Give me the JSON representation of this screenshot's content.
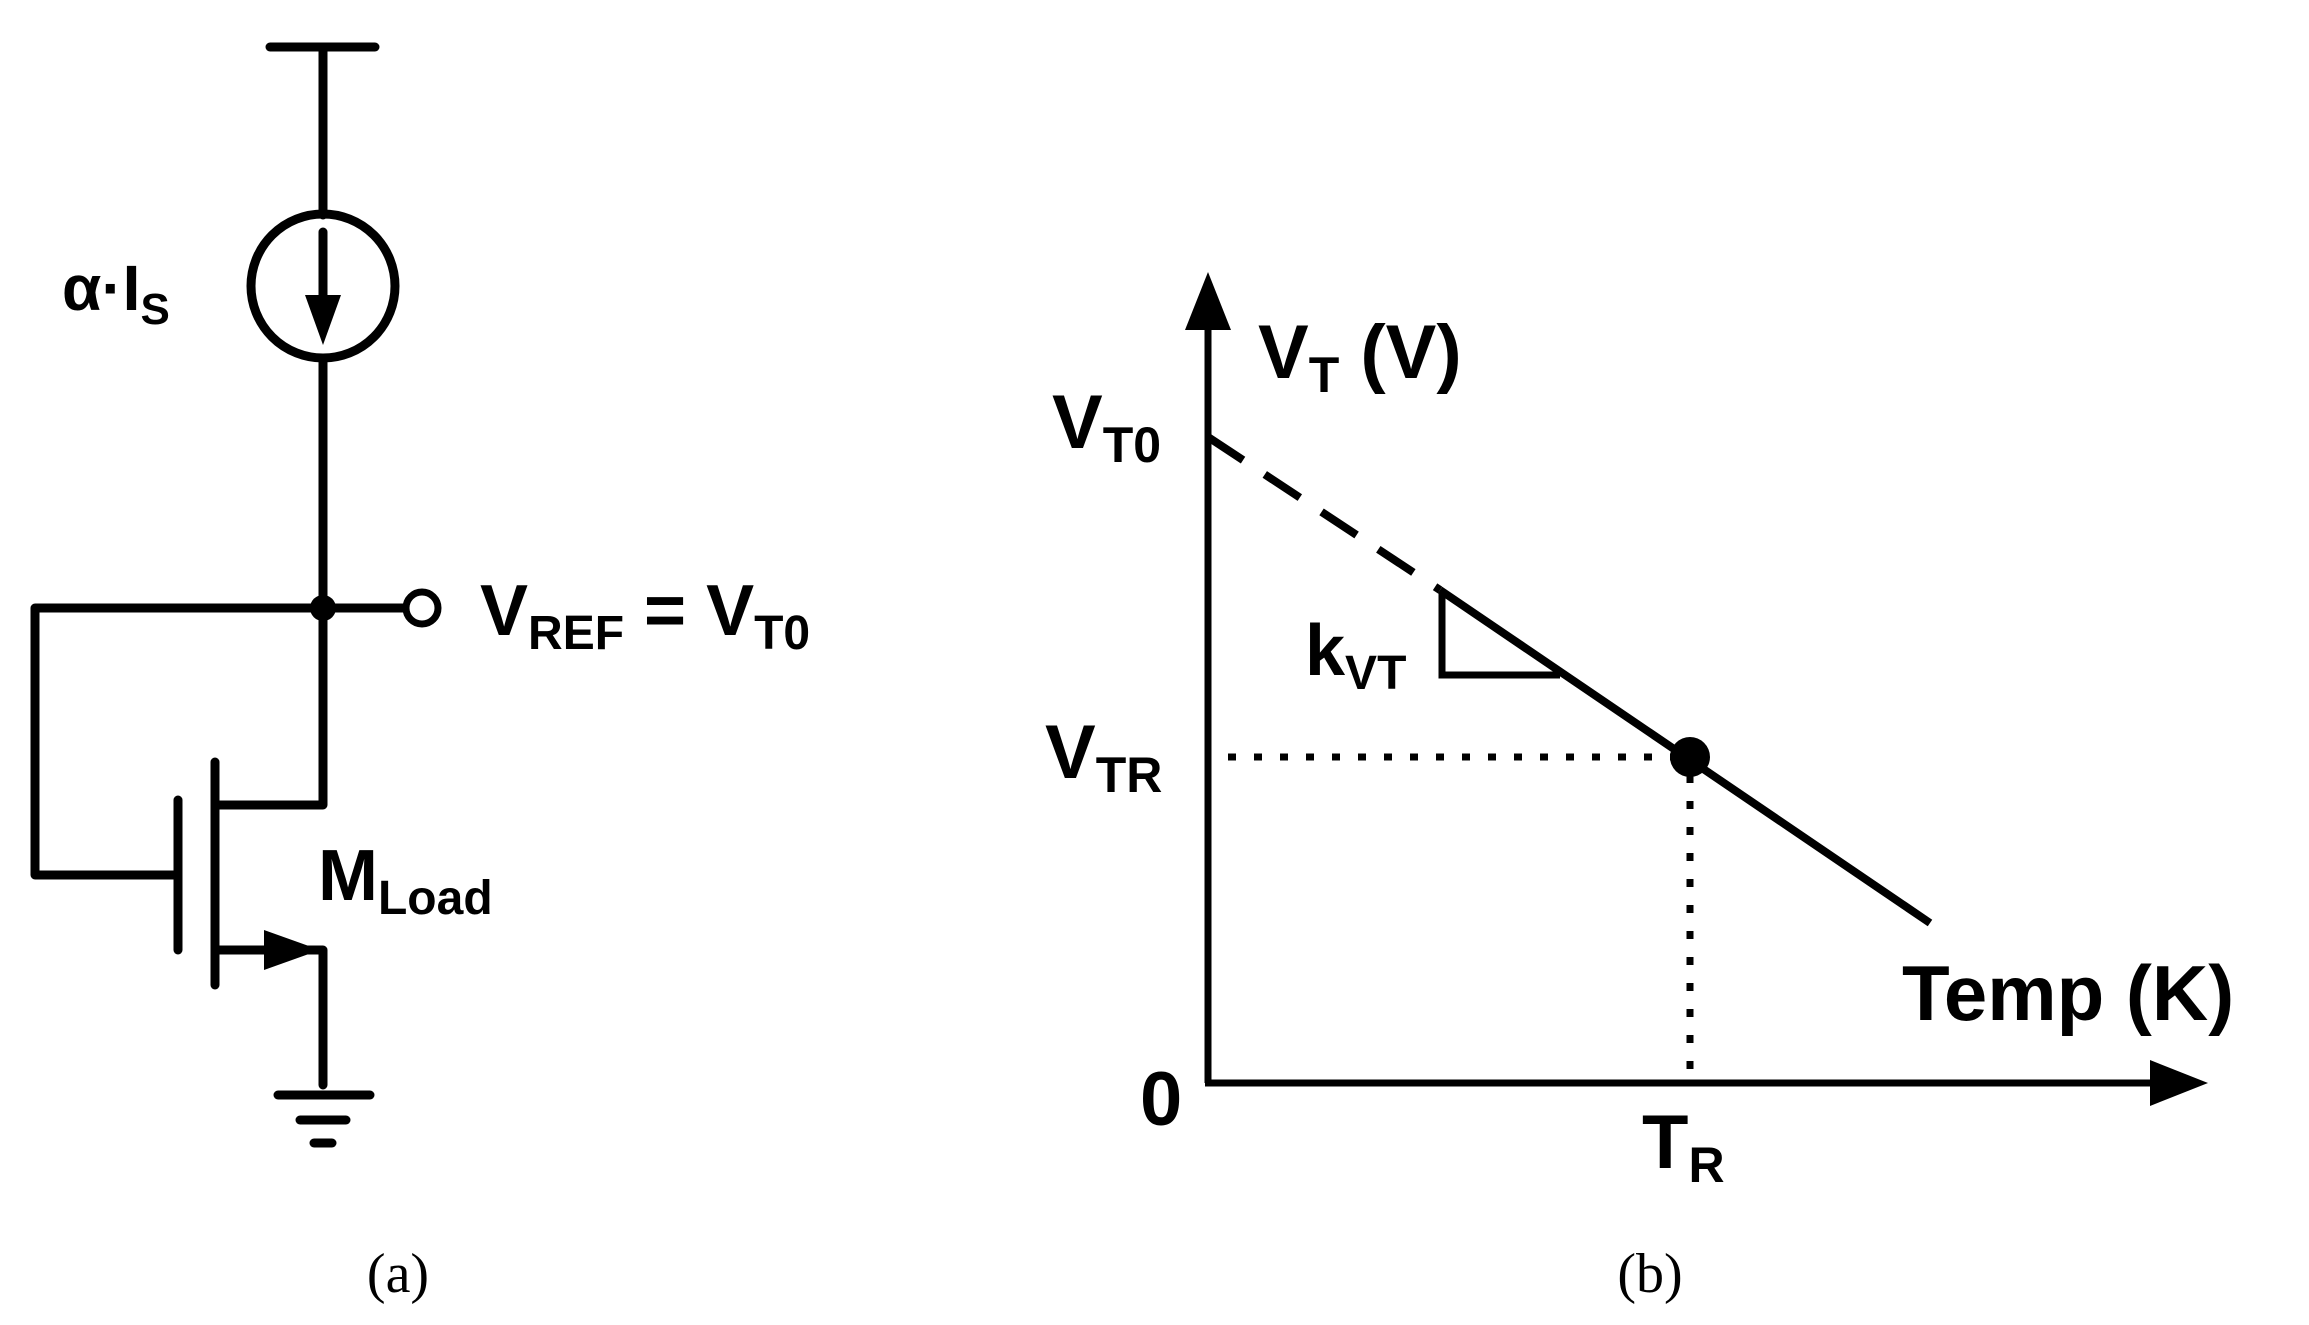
{
  "panel_a": {
    "caption": "(a)",
    "current_source": {
      "label_main": "α·I",
      "label_sub": "S"
    },
    "output": {
      "label_main": "V",
      "label_sub": "REF",
      "label_eq": " = V",
      "label_sub2": "T0"
    },
    "transistor": {
      "label_main": "M",
      "label_sub": "Load"
    }
  },
  "panel_b": {
    "caption": "(b)",
    "y_axis": {
      "label_main": "V",
      "label_sub": "T",
      "label_unit": " (V)"
    },
    "x_axis": {
      "label": "Temp (K)"
    },
    "origin_label": "0",
    "vt0": {
      "label_main": "V",
      "label_sub": "T0"
    },
    "vtr": {
      "label_main": "V",
      "label_sub": "TR"
    },
    "tr": {
      "label_main": "T",
      "label_sub": "R"
    },
    "slope": {
      "label_main": "k",
      "label_sub": "VT"
    }
  }
}
